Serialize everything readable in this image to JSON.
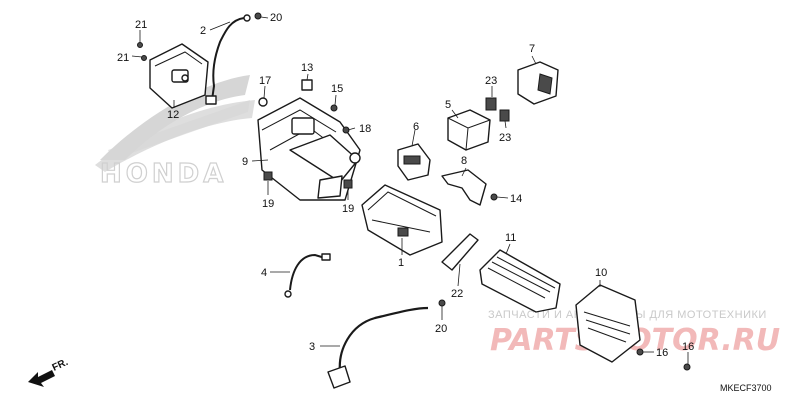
{
  "diagram": {
    "callouts": [
      {
        "id": "c1",
        "label": "1"
      },
      {
        "id": "c2",
        "label": "2"
      },
      {
        "id": "c3",
        "label": "3"
      },
      {
        "id": "c4",
        "label": "4"
      },
      {
        "id": "c5",
        "label": "5"
      },
      {
        "id": "c6",
        "label": "6"
      },
      {
        "id": "c7",
        "label": "7"
      },
      {
        "id": "c8",
        "label": "8"
      },
      {
        "id": "c9",
        "label": "9"
      },
      {
        "id": "c10",
        "label": "10"
      },
      {
        "id": "c11",
        "label": "11"
      },
      {
        "id": "c12",
        "label": "12"
      },
      {
        "id": "c13",
        "label": "13"
      },
      {
        "id": "c14",
        "label": "14"
      },
      {
        "id": "c15",
        "label": "15"
      },
      {
        "id": "c16a",
        "label": "16"
      },
      {
        "id": "c16b",
        "label": "16"
      },
      {
        "id": "c17",
        "label": "17"
      },
      {
        "id": "c18",
        "label": "18"
      },
      {
        "id": "c19a",
        "label": "19"
      },
      {
        "id": "c19b",
        "label": "19"
      },
      {
        "id": "c20a",
        "label": "20"
      },
      {
        "id": "c20b",
        "label": "20"
      },
      {
        "id": "c21a",
        "label": "21"
      },
      {
        "id": "c21b",
        "label": "21"
      },
      {
        "id": "c22",
        "label": "22"
      },
      {
        "id": "c23a",
        "label": "23"
      },
      {
        "id": "c23b",
        "label": "23"
      }
    ],
    "direction_label": "FR.",
    "diagram_code": "MKECF3700"
  },
  "watermark": {
    "brand_text": "HONDA",
    "shop_text": "ЗАПЧАСТИ И АКСЕССУАРЫ ДЛЯ МОТОТЕХНИКИ",
    "shop_logo": "PARTSMOTOR.RU"
  },
  "colors": {
    "line": "#1a1a1a",
    "watermark_red": "#f2b9b9",
    "watermark_grey": "#d6d6d6"
  }
}
